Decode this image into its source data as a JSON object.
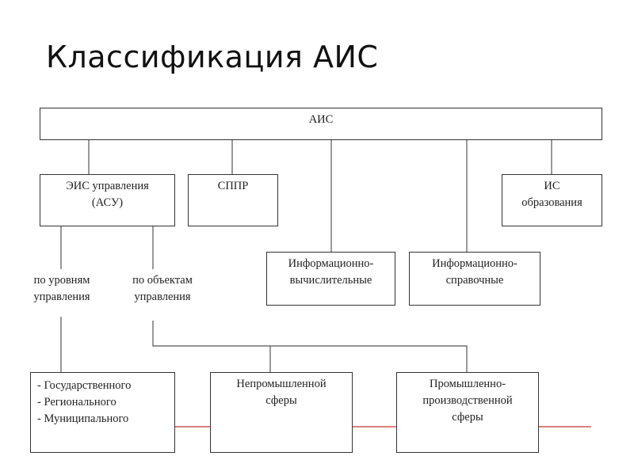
{
  "title": "Классификация АИС",
  "colors": {
    "line": "#555555",
    "accent_line": "#c0392b"
  },
  "nodes": {
    "root": {
      "lines": [
        "АИС"
      ]
    },
    "eis": {
      "lines": [
        "ЭИС управления",
        "(АСУ)"
      ]
    },
    "sppr": {
      "lines": [
        "СППР"
      ]
    },
    "is_edu": {
      "lines": [
        "ИС",
        "образования"
      ]
    },
    "info_calc": {
      "lines": [
        "Информационно-",
        "вычислительные"
      ]
    },
    "info_ref": {
      "lines": [
        "Информационно-",
        "справочные"
      ]
    },
    "by_levels": {
      "lines": [
        "по уровням",
        "управления"
      ]
    },
    "by_objects": {
      "lines": [
        "по объектам",
        "управления"
      ]
    },
    "gov": {
      "lines": [
        "- Государственного",
        "- Регионального",
        "- Муниципального"
      ]
    },
    "nonind": {
      "lines": [
        "Непромышленной",
        "сферы"
      ]
    },
    "ind": {
      "lines": [
        "Промышленно-",
        "производственной",
        "сферы"
      ]
    }
  }
}
